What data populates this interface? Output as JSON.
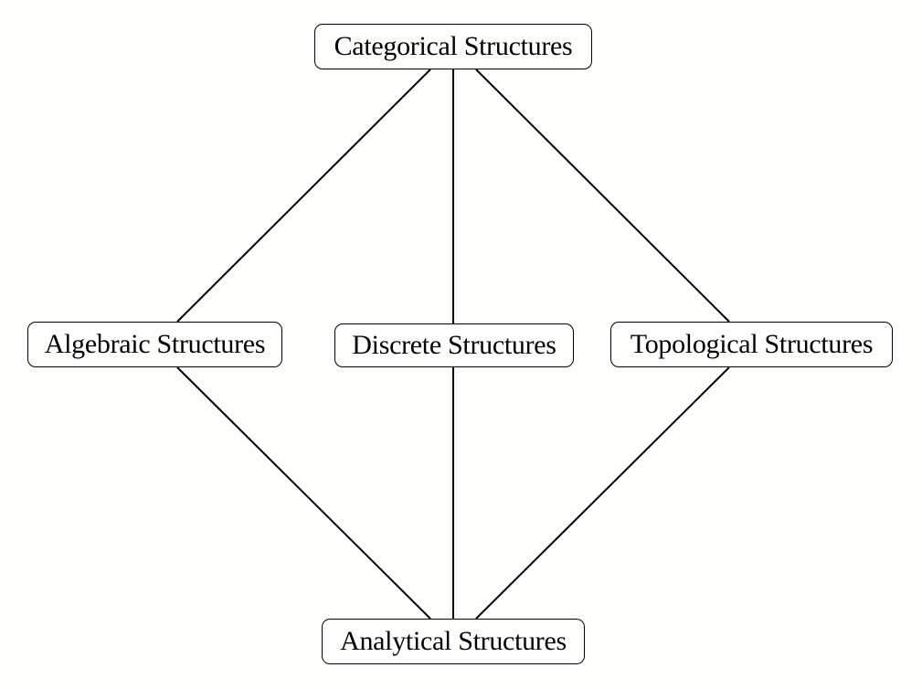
{
  "nodes": {
    "categorical": "Categorical Structures",
    "algebraic": "Algebraic Structures",
    "discrete": "Discrete Structures",
    "topological": "Topological Structures",
    "analytical": "Analytical Structures"
  },
  "edges": [
    {
      "from": "categorical",
      "to": "algebraic"
    },
    {
      "from": "categorical",
      "to": "discrete"
    },
    {
      "from": "categorical",
      "to": "topological"
    },
    {
      "from": "algebraic",
      "to": "analytical"
    },
    {
      "from": "discrete",
      "to": "analytical"
    },
    {
      "from": "topological",
      "to": "analytical"
    }
  ]
}
